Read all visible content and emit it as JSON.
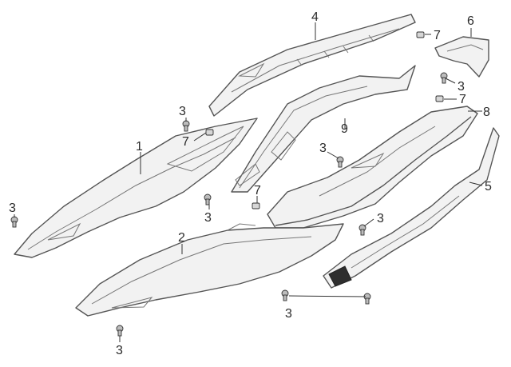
{
  "callouts": {
    "c1": "1",
    "c2": "2",
    "c3_a": "3",
    "c3_b": "3",
    "c3_c": "3",
    "c3_d": "3",
    "c3_e": "3",
    "c3_f": "3",
    "c3_g": "3",
    "c3_h": "3",
    "c4": "4",
    "c5": "5",
    "c6": "6",
    "c7_a": "7",
    "c7_b": "7",
    "c7_c": "7",
    "c7_d": "7",
    "c8": "8",
    "c9": "9"
  },
  "colors": {
    "line": "#555555",
    "part_fill": "#f2f2f2",
    "text": "#2b2b2b"
  }
}
